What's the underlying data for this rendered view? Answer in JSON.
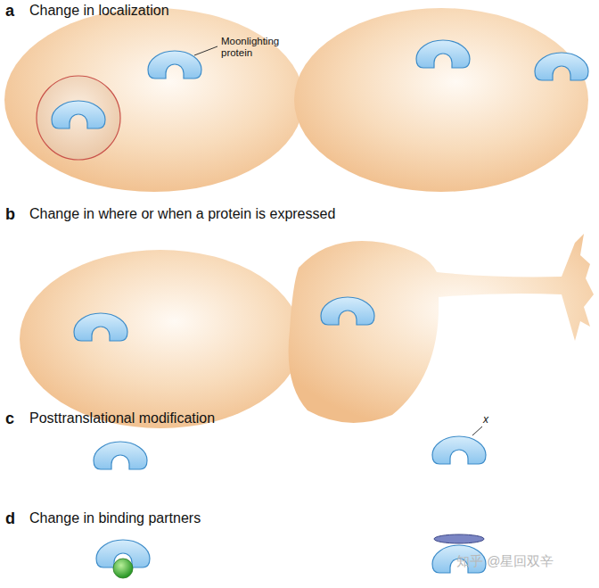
{
  "diagram": {
    "labels": [
      "a",
      "Change in localization",
      "Moonlighting protein",
      "b",
      "Change in where or when a protein is expressed",
      "c",
      "Posttranslational modification",
      "x",
      "d",
      "Change in binding partners",
      "知乎 @星回双辛"
    ]
  }
}
